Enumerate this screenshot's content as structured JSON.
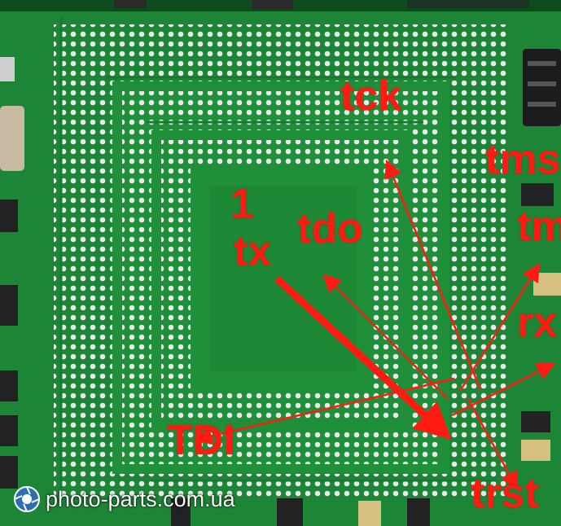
{
  "photo": {
    "board_color": "#1f8f3a",
    "solder_color": "#e9ecea",
    "annotation_color": "#ff1a12"
  },
  "labels": {
    "tck": "tck",
    "tms": "tms",
    "one": "1",
    "tdo": "tdo",
    "tx": "tx",
    "tm": "tm",
    "rx": "rx",
    "tdi": "TDI",
    "trst": "trst"
  },
  "watermark": {
    "text": "photo-parts.com.ua",
    "icon": "camera-aperture-icon"
  }
}
